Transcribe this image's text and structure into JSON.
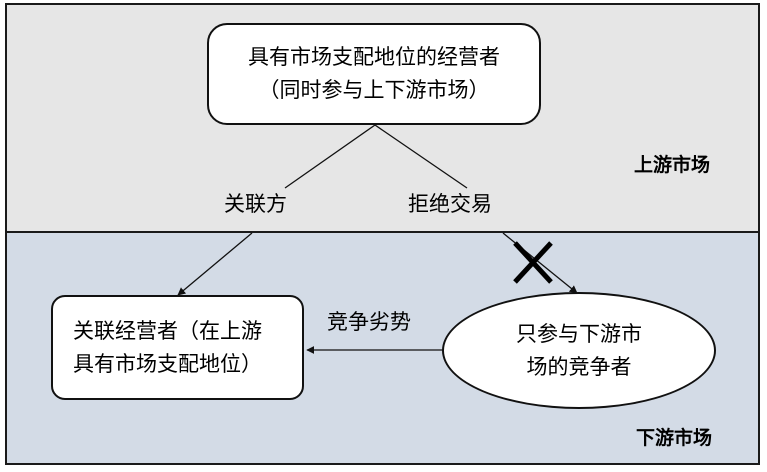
{
  "nodes": {
    "dominant": {
      "line1": "具有市场支配地位的经营者",
      "line2": "（同时参与上下游市场）"
    },
    "affiliate": {
      "line1": "关联经营者（在上游",
      "line2": "具有市场支配地位）"
    },
    "competitor": {
      "line1": "只参与下游市",
      "line2": "场的竞争者"
    }
  },
  "edge_labels": {
    "related_party": "关联方",
    "refusal_to_deal": "拒绝交易",
    "competitive_disadvantage": "竞争劣势"
  },
  "regions": {
    "upstream": "上游市场",
    "downstream": "下游市场"
  },
  "colors": {
    "upstream_band": "#e6e6e6",
    "downstream_band": "#d3dbe6",
    "line": "#111111"
  }
}
